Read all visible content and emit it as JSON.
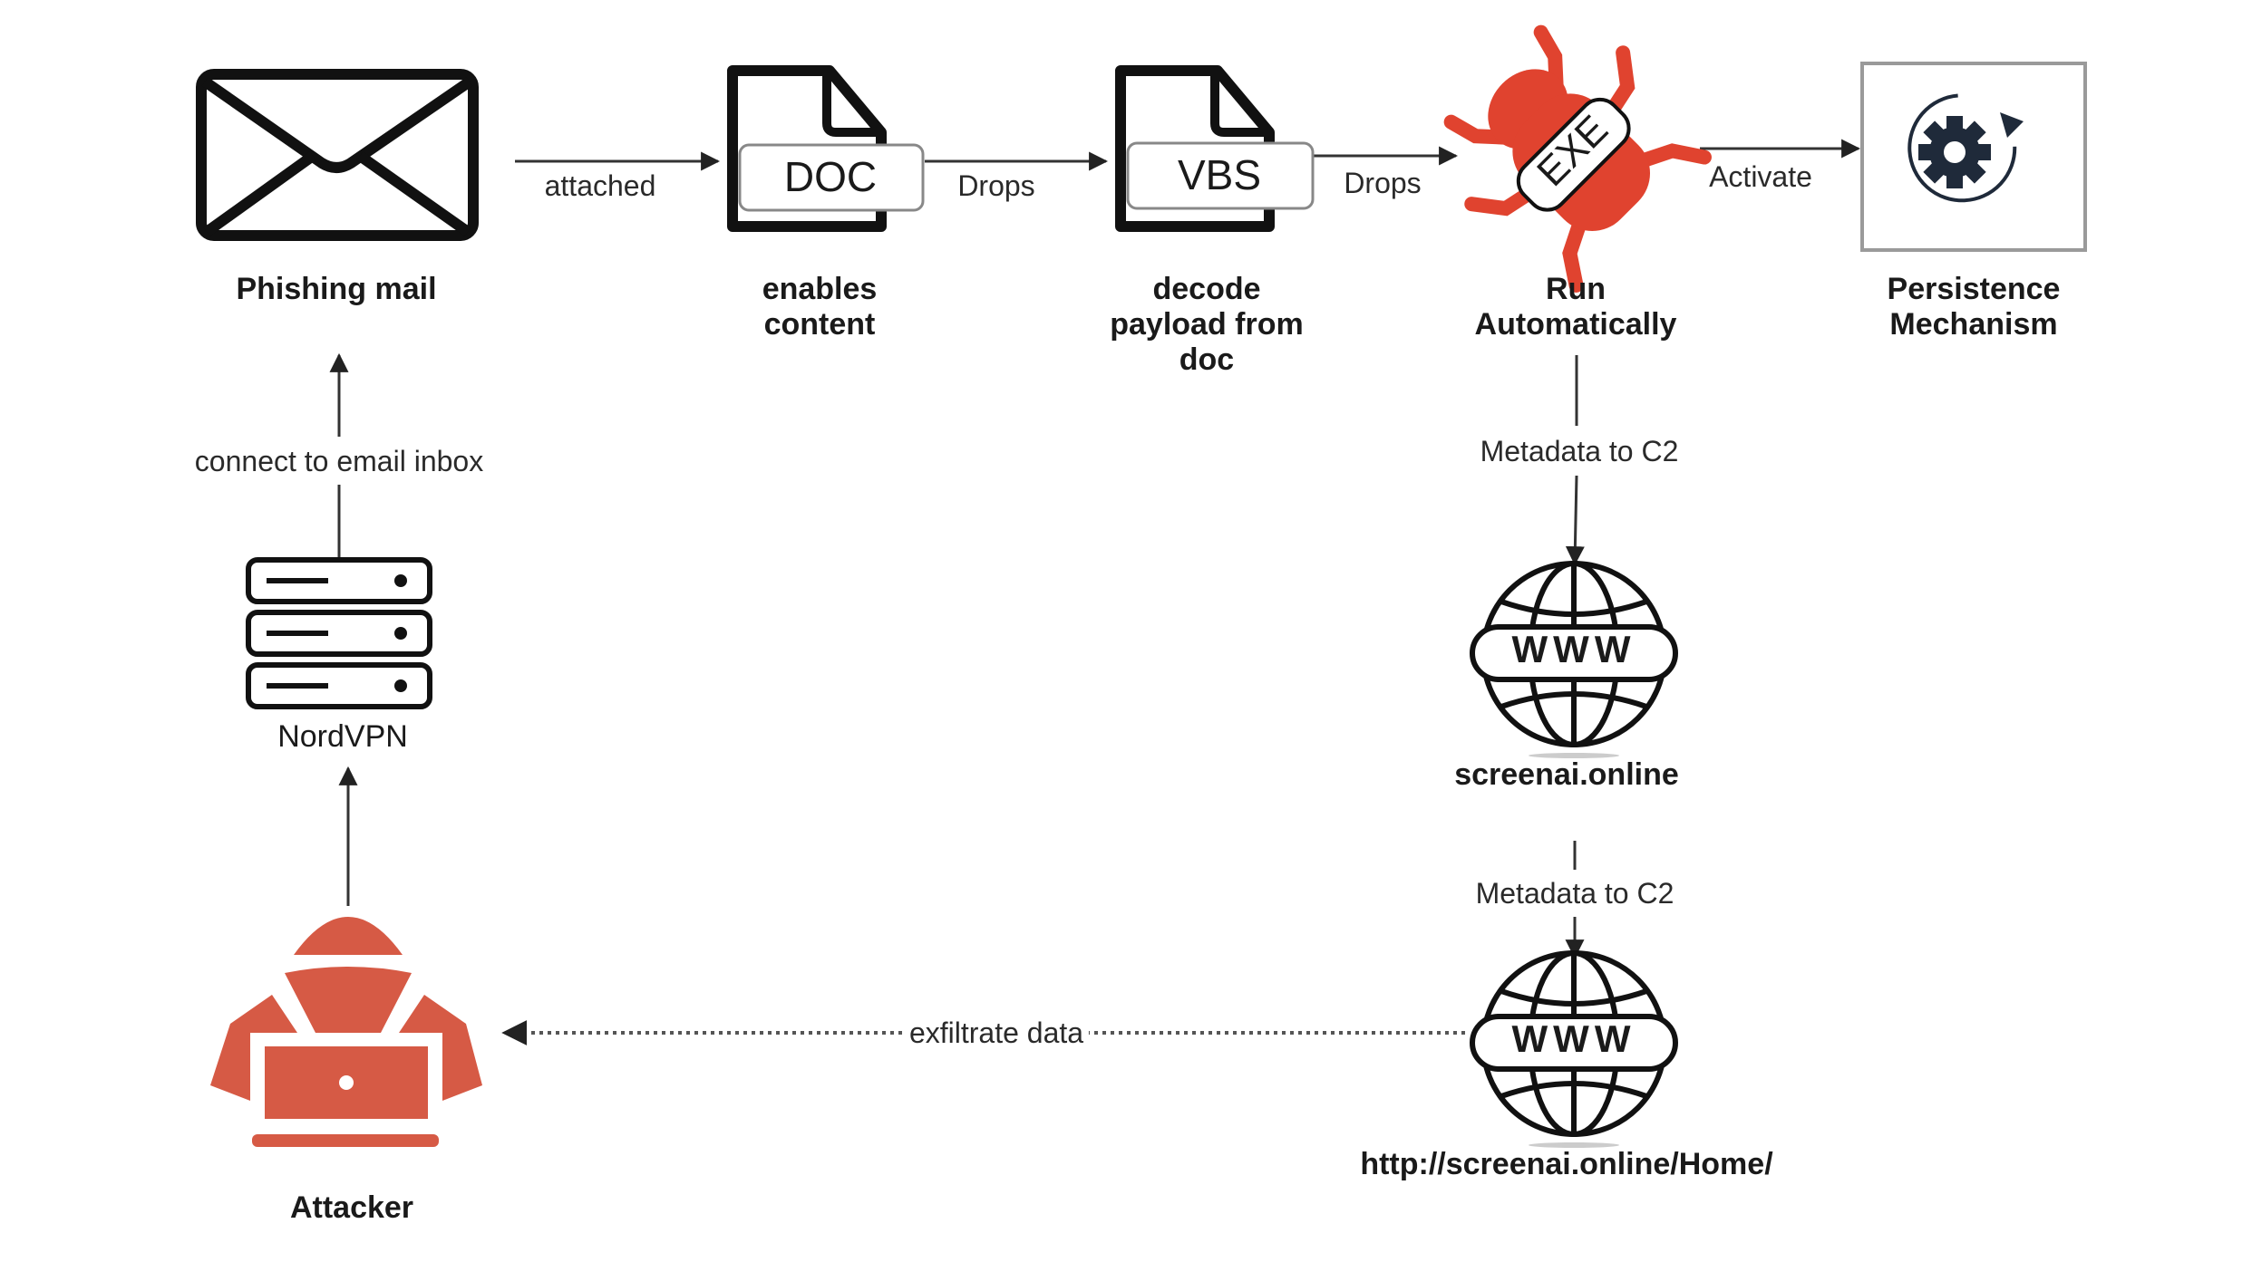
{
  "diagram": {
    "title": "",
    "colors": {
      "ink": "#111111",
      "edge": "#333333",
      "accent_red": "#E0432F",
      "attacker_red": "#D65A45",
      "gear_navy": "#1F2A3A",
      "box_border": "#9a9a9a"
    },
    "nodes": {
      "phishing_mail": {
        "label": "Phishing mail",
        "icon": "envelope-icon"
      },
      "doc": {
        "label_lines": [
          "enables",
          "content"
        ],
        "icon": "document-icon",
        "tag": "DOC"
      },
      "vbs": {
        "label_lines": [
          "decode",
          "payload from",
          "doc"
        ],
        "icon": "document-icon",
        "tag": "VBS"
      },
      "exe": {
        "label_lines": [
          "Run",
          "Automatically"
        ],
        "icon": "bug-icon",
        "tag": "EXE"
      },
      "persistence": {
        "label_lines": [
          "Persistence",
          "Mechanism"
        ],
        "icon": "gear-cycle-icon"
      },
      "c2_domain": {
        "label": "screenai.online",
        "icon": "globe-www-icon",
        "tag": "WWW"
      },
      "c2_url": {
        "label": "http://screenai.online/Home/",
        "icon": "globe-www-icon",
        "tag": "WWW"
      },
      "attacker": {
        "label": "Attacker",
        "icon": "hacker-icon"
      },
      "vpn": {
        "label": "NordVPN",
        "icon": "server-icon"
      }
    },
    "edges": [
      {
        "from": "phishing_mail",
        "to": "doc",
        "label": "attached",
        "style": "solid"
      },
      {
        "from": "doc",
        "to": "vbs",
        "label": "Drops",
        "style": "solid"
      },
      {
        "from": "vbs",
        "to": "exe",
        "label": "Drops",
        "style": "solid"
      },
      {
        "from": "exe",
        "to": "persistence",
        "label": "Activate",
        "style": "solid"
      },
      {
        "from": "exe",
        "to": "c2_domain",
        "label": "Metadata to C2",
        "style": "solid"
      },
      {
        "from": "c2_domain",
        "to": "c2_url",
        "label": "Metadata to C2",
        "style": "solid"
      },
      {
        "from": "c2_url",
        "to": "attacker",
        "label": "exfiltrate data",
        "style": "dotted"
      },
      {
        "from": "attacker",
        "to": "vpn",
        "label": "",
        "style": "solid"
      },
      {
        "from": "vpn",
        "to": "phishing_mail",
        "label": "connect to email inbox",
        "style": "solid"
      }
    ]
  }
}
